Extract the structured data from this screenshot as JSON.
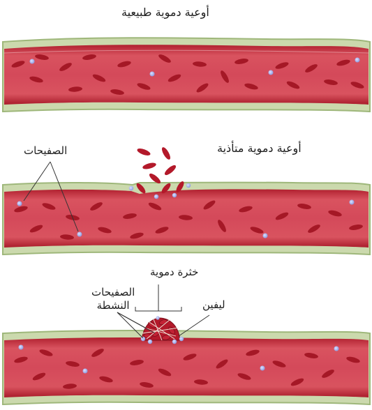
{
  "labels": {
    "normal_vessel": "أوعية دموية طبيعية",
    "damaged_vessel": "أوعية دموية متأذية",
    "platelets": "الصفيحات",
    "blood_clot": "خثرة دموية",
    "active_platelets_line1": "الصفيحات",
    "active_platelets_line2": "النشطة",
    "fibrin": "ليفين"
  },
  "colors": {
    "vessel_wall": "#c32c3c",
    "vessel_lumen": "#d6505e",
    "red_cell": "#a51826",
    "platelet": "#a9b4ea",
    "outer_membrane": "#b7cc95",
    "clot": "#b3192a",
    "fibrin": "#f2eadc"
  }
}
